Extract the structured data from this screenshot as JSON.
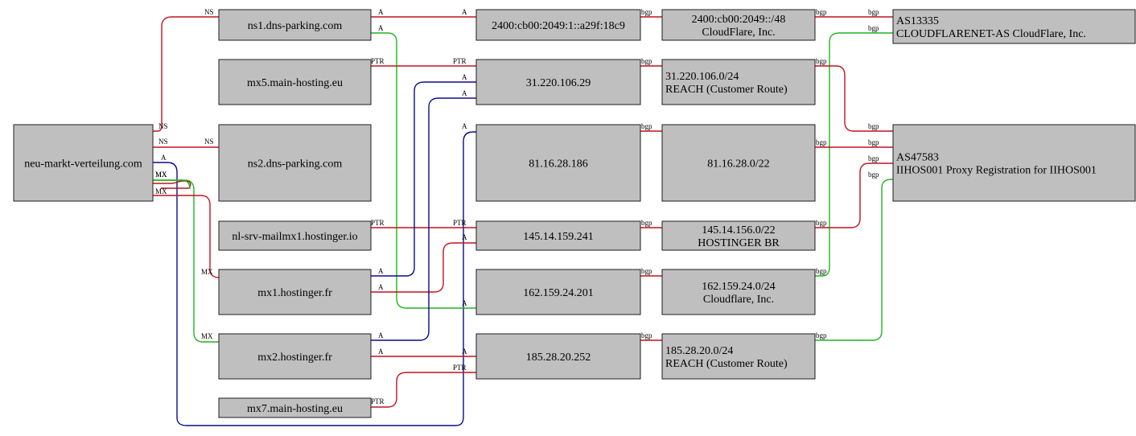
{
  "colors": {
    "red": "#c1121f",
    "green": "#1fb31f",
    "blue": "#0b0b8a",
    "node_fill": "#c0bfc0"
  },
  "nodes": {
    "domain": {
      "lines": [
        "neu-markt-verteilung.com"
      ]
    },
    "ns1": {
      "lines": [
        "ns1.dns-parking.com"
      ]
    },
    "mx5": {
      "lines": [
        "mx5.main-hosting.eu"
      ]
    },
    "ns2": {
      "lines": [
        "ns2.dns-parking.com"
      ]
    },
    "nlsrv": {
      "lines": [
        "nl-srv-mailmx1.hostinger.io"
      ]
    },
    "mx1": {
      "lines": [
        "mx1.hostinger.fr"
      ]
    },
    "mx2": {
      "lines": [
        "mx2.hostinger.fr"
      ]
    },
    "mx7": {
      "lines": [
        "mx7.main-hosting.eu"
      ]
    },
    "ip6": {
      "lines": [
        "2400:cb00:2049:1::a29f:18c9"
      ]
    },
    "ip31": {
      "lines": [
        "31.220.106.29"
      ]
    },
    "ip81": {
      "lines": [
        "81.16.28.186"
      ]
    },
    "ip145": {
      "lines": [
        "145.14.159.241"
      ]
    },
    "ip162": {
      "lines": [
        "162.159.24.201"
      ]
    },
    "ip185": {
      "lines": [
        "185.28.20.252"
      ]
    },
    "pfx6": {
      "lines": [
        "2400:cb00:2049::/48",
        "CloudFlare, Inc."
      ]
    },
    "pfx31": {
      "lines": [
        "31.220.106.0/24",
        "REACH (Customer Route)"
      ]
    },
    "pfx81": {
      "lines": [
        "81.16.28.0/22"
      ]
    },
    "pfx145": {
      "lines": [
        "145.14.156.0/22",
        "HOSTINGER BR"
      ]
    },
    "pfx162": {
      "lines": [
        "162.159.24.0/24",
        "Cloudflare, Inc."
      ]
    },
    "pfx185": {
      "lines": [
        "185.28.20.0/24",
        "REACH (Customer Route)"
      ]
    },
    "as13335": {
      "lines": [
        "AS13335",
        "CLOUDFLARENET-AS CloudFlare, Inc."
      ]
    },
    "as47583": {
      "lines": [
        "AS47583",
        "IIHOS001 Proxy Registration for IIHOS001"
      ]
    }
  },
  "edges": [
    {
      "label": "NS",
      "color": "red"
    },
    {
      "label": "NS",
      "color": "red"
    },
    {
      "label": "A",
      "color": "blue"
    },
    {
      "label": "MX",
      "color": "green"
    },
    {
      "label": "MX",
      "color": "red"
    },
    {
      "label": "MX",
      "color": "red"
    },
    {
      "label": "MX",
      "color": "green"
    },
    {
      "label": "A",
      "color": "red"
    },
    {
      "label": "A",
      "color": "green"
    },
    {
      "label": "PTR",
      "color": "red"
    },
    {
      "label": "PTR",
      "color": "red"
    },
    {
      "label": "A",
      "color": "blue"
    },
    {
      "label": "A",
      "color": "red"
    },
    {
      "label": "A",
      "color": "blue"
    },
    {
      "label": "A",
      "color": "red"
    },
    {
      "label": "PTR",
      "color": "red"
    },
    {
      "label": "bgp",
      "color": "red"
    },
    {
      "label": "bgp",
      "color": "red"
    },
    {
      "label": "bgp",
      "color": "red"
    },
    {
      "label": "bgp",
      "color": "red"
    },
    {
      "label": "bgp",
      "color": "red"
    },
    {
      "label": "bgp",
      "color": "red"
    },
    {
      "label": "bgp",
      "color": "red"
    },
    {
      "label": "bgp",
      "color": "green"
    },
    {
      "label": "bgp",
      "color": "red"
    },
    {
      "label": "bgp",
      "color": "red"
    },
    {
      "label": "bgp",
      "color": "red"
    },
    {
      "label": "bgp",
      "color": "green"
    }
  ]
}
